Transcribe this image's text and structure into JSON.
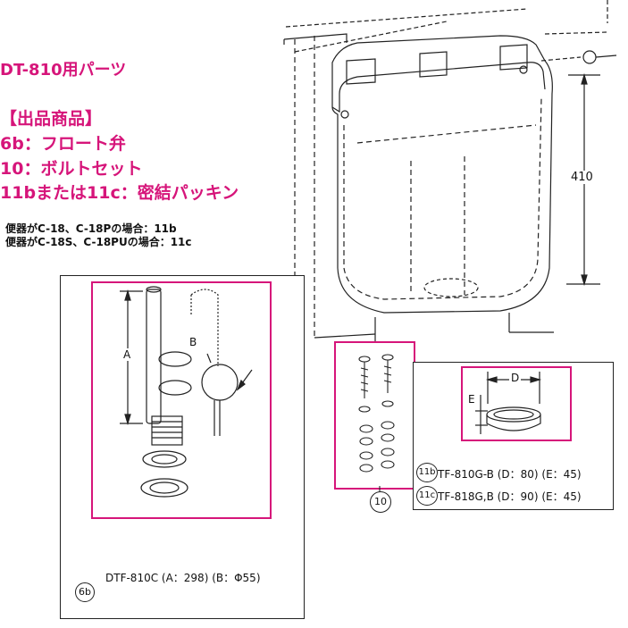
{
  "header": {
    "title": "DT-810用パーツ",
    "section_title": "【出品商品】",
    "items": [
      "6b：フロート弁",
      "10：ボルトセット",
      "11bまたは11c：密結パッキン"
    ],
    "notes": [
      "便器がC-18、C-18Pの場合：11b",
      "便器がC-18S、C-18PUの場合：11c"
    ]
  },
  "tank": {
    "height_dim": "410"
  },
  "part_6b": {
    "dim_a": "A",
    "dim_b": "B",
    "callout": "6b",
    "spec": "DTF-810C (A：298) (B：Φ55)"
  },
  "part_10": {
    "callout": "10"
  },
  "part_11": {
    "dim_d": "D",
    "dim_e": "E",
    "rows": [
      {
        "callout": "11b",
        "spec": "TF-810G-B (D：80) (E：45)"
      },
      {
        "callout": "11c",
        "spec": "TF-818G,B (D：90) (E：45)"
      }
    ]
  },
  "colors": {
    "accent": "#d6157a"
  }
}
